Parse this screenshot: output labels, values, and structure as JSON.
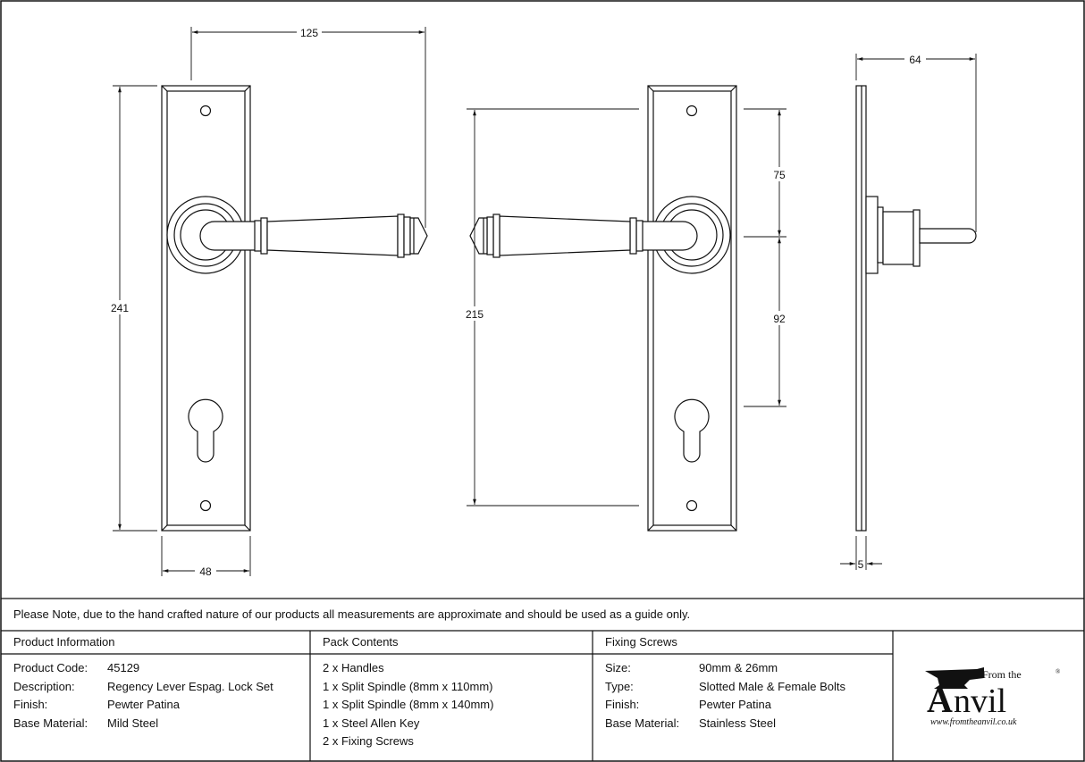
{
  "dimensions": {
    "width_125": "125",
    "height_241": "241",
    "width_48": "48",
    "height_215": "215",
    "offset_75": "75",
    "offset_92": "92",
    "projection_64": "64",
    "thickness_5": "5"
  },
  "note": "Please Note, due to the hand crafted nature of our products all measurements are approximate and should be used as a guide only.",
  "product_info": {
    "header": "Product Information",
    "rows": [
      {
        "label": "Product Code:",
        "value": "45129"
      },
      {
        "label": "Description:",
        "value": "Regency Lever Espag. Lock Set"
      },
      {
        "label": "Finish:",
        "value": "Pewter Patina"
      },
      {
        "label": "Base Material:",
        "value": "Mild Steel"
      }
    ]
  },
  "pack_contents": {
    "header": "Pack Contents",
    "items": [
      "2 x Handles",
      "1 x Split Spindle (8mm x 110mm)",
      "1 x Split Spindle (8mm x 140mm)",
      "1 x Steel Allen Key",
      "2 x Fixing Screws"
    ]
  },
  "fixing_screws": {
    "header": "Fixing Screws",
    "rows": [
      {
        "label": "Size:",
        "value": "90mm & 26mm"
      },
      {
        "label": "Type:",
        "value": "Slotted Male & Female Bolts"
      },
      {
        "label": "Finish:",
        "value": "Pewter Patina"
      },
      {
        "label": "Base Material:",
        "value": "Stainless Steel"
      }
    ]
  },
  "logo": {
    "from_the": "From the",
    "brand": "nvil",
    "brand_initial": "A",
    "registered": "®",
    "url": "www.fromtheanvil.co.uk"
  }
}
